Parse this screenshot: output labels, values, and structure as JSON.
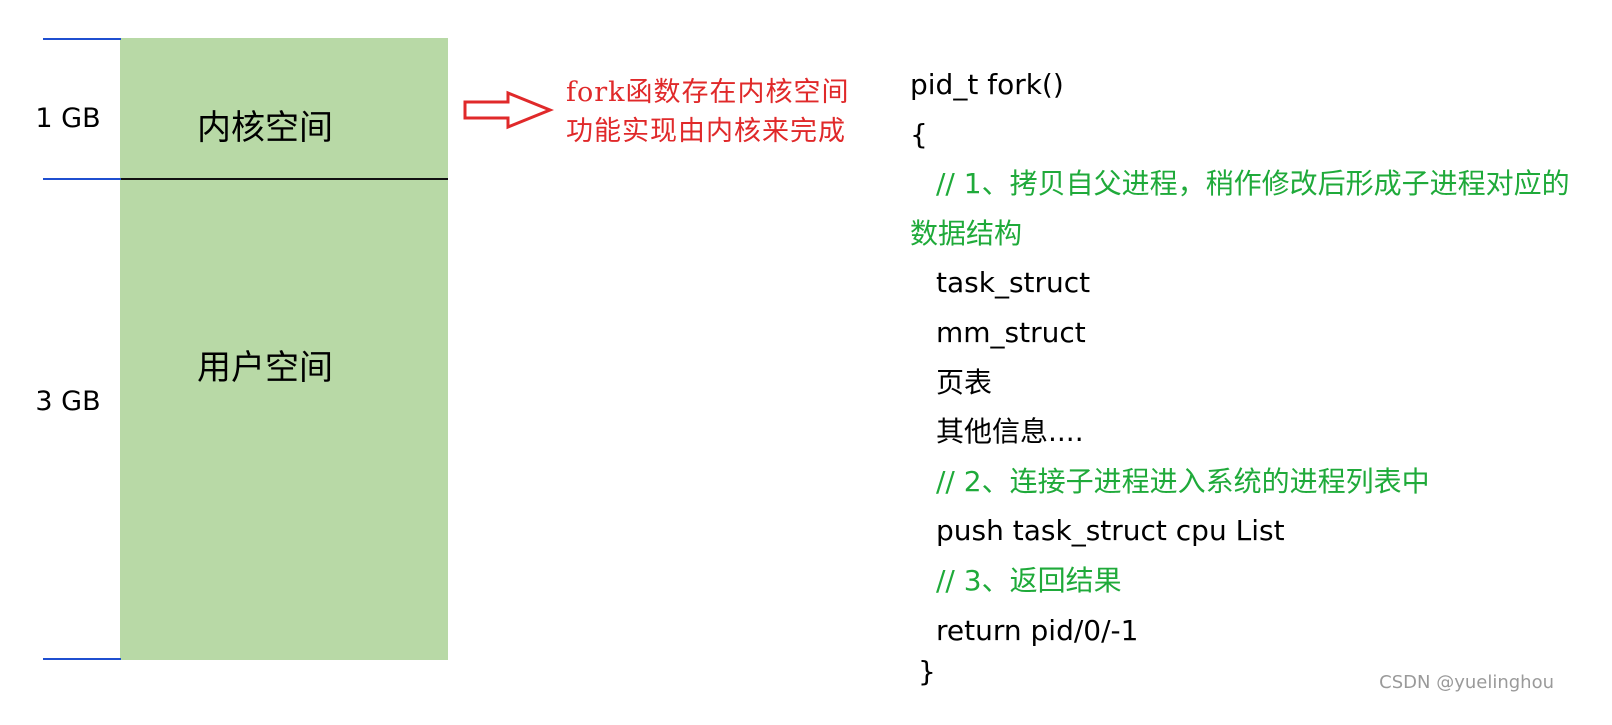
{
  "memory": {
    "kernel_size": "1 GB",
    "user_size": "3 GB",
    "kernel_region": "内核空间",
    "user_region": "用户空间"
  },
  "annotation": {
    "line1": "fork函数存在内核空间",
    "line2": "功能实现由内核来完成"
  },
  "code": {
    "signature": "pid_t fork()",
    "open_brace": "{",
    "comment1": "// 1、拷贝自父进程，稍作修改后形成子进程对应的数据结构",
    "item1": "task_struct",
    "item2": "mm_struct",
    "item3": "页表",
    "item4": "其他信息....",
    "comment2": "// 2、连接子进程进入系统的进程列表中",
    "push": "push task_struct cpu List",
    "comment3": "// 3、返回结果",
    "ret": "return pid/0/-1",
    "close_brace": "}"
  },
  "watermark": "CSDN @yuelinghou",
  "colors": {
    "block_fill": "#b8d9a6",
    "tick": "#1f4fd0",
    "note": "#e0292a",
    "comment": "#1faa3a"
  }
}
